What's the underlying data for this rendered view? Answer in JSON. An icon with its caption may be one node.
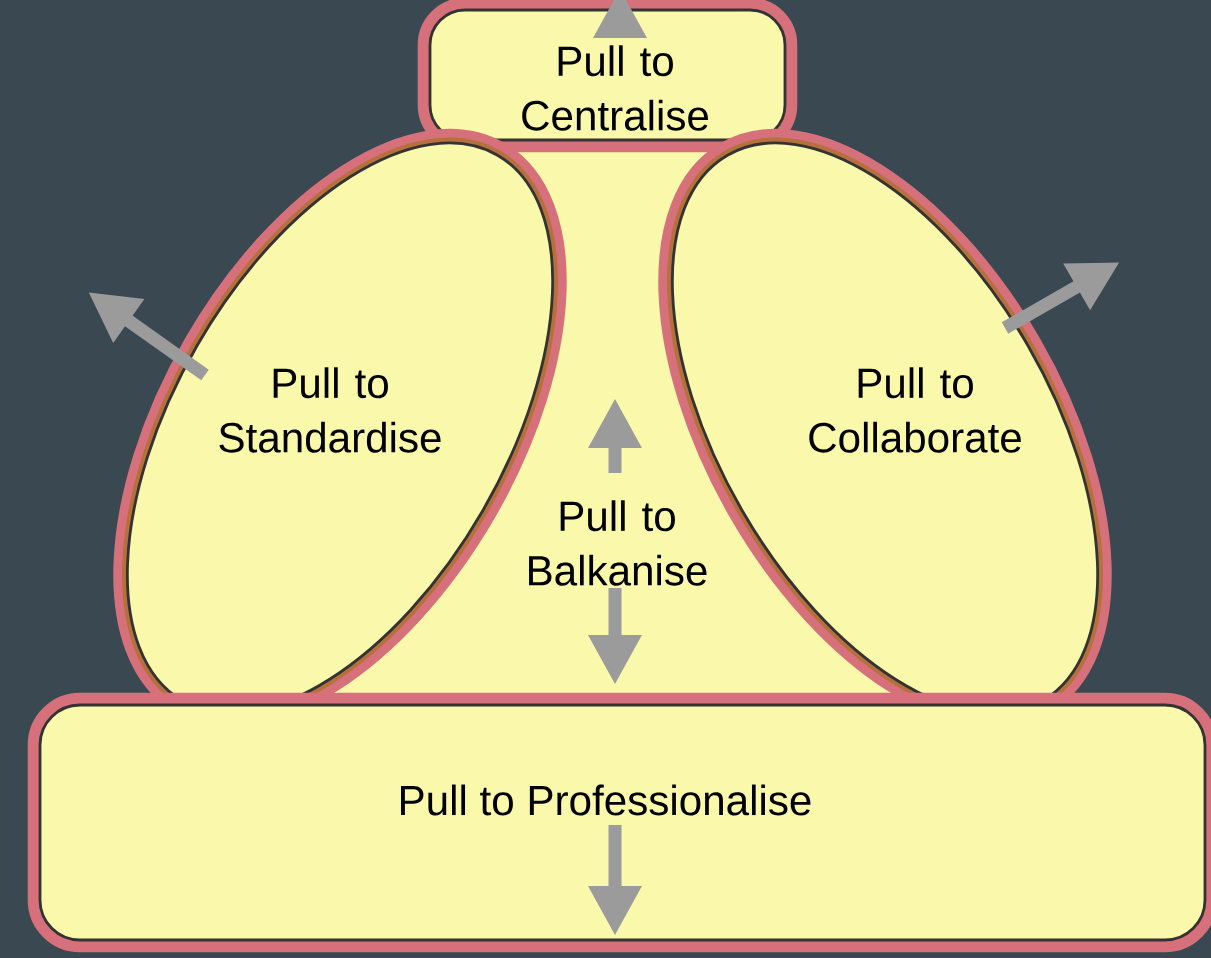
{
  "diagram": {
    "nodes": [
      {
        "text": [
          "Pull to Centralise"
        ]
      },
      {
        "text": [
          "Pull to Standardise"
        ]
      },
      {
        "text": [
          "Pull to Collaborate"
        ]
      },
      {
        "text": [
          "Pull to Balkanise"
        ]
      },
      {
        "text": [
          "Pull to Professionalise"
        ]
      }
    ]
  }
}
